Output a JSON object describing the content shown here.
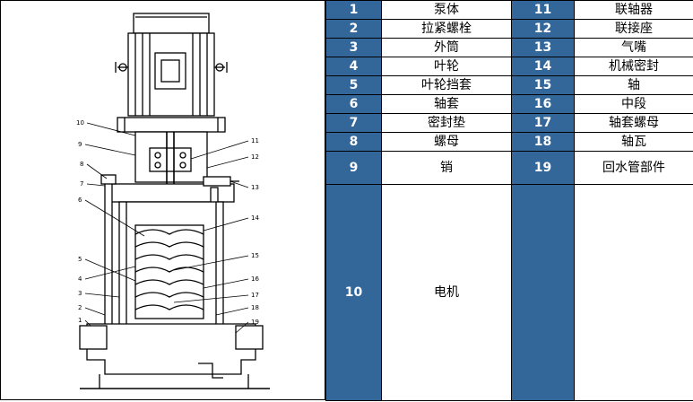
{
  "colors": {
    "number_cell_bg": "#336699",
    "number_cell_text": "#ffffff",
    "name_cell_bg": "#ffffff",
    "border": "#000000"
  },
  "diagram": {
    "callouts": [
      "1",
      "2",
      "3",
      "4",
      "5",
      "6",
      "7",
      "8",
      "9",
      "10",
      "11",
      "12",
      "13",
      "14",
      "15",
      "16",
      "17",
      "18",
      "19"
    ]
  },
  "parts_left": [
    {
      "num": "1",
      "name": "泵体"
    },
    {
      "num": "2",
      "name": "拉紧螺栓"
    },
    {
      "num": "3",
      "name": "外筒"
    },
    {
      "num": "4",
      "name": "叶轮"
    },
    {
      "num": "5",
      "name": "叶轮挡套"
    },
    {
      "num": "6",
      "name": "轴套"
    },
    {
      "num": "7",
      "name": "密封垫"
    },
    {
      "num": "8",
      "name": "螺母"
    },
    {
      "num": "9",
      "name": "销"
    },
    {
      "num": "10",
      "name": "电机"
    }
  ],
  "parts_right": [
    {
      "num": "11",
      "name": "联轴器"
    },
    {
      "num": "12",
      "name": "联接座"
    },
    {
      "num": "13",
      "name": "气嘴"
    },
    {
      "num": "14",
      "name": "机械密封"
    },
    {
      "num": "15",
      "name": "轴"
    },
    {
      "num": "16",
      "name": "中段"
    },
    {
      "num": "17",
      "name": "轴套螺母"
    },
    {
      "num": "18",
      "name": "轴瓦"
    },
    {
      "num": "19",
      "name": "回水管部件"
    },
    {
      "num": "",
      "name": ""
    }
  ]
}
